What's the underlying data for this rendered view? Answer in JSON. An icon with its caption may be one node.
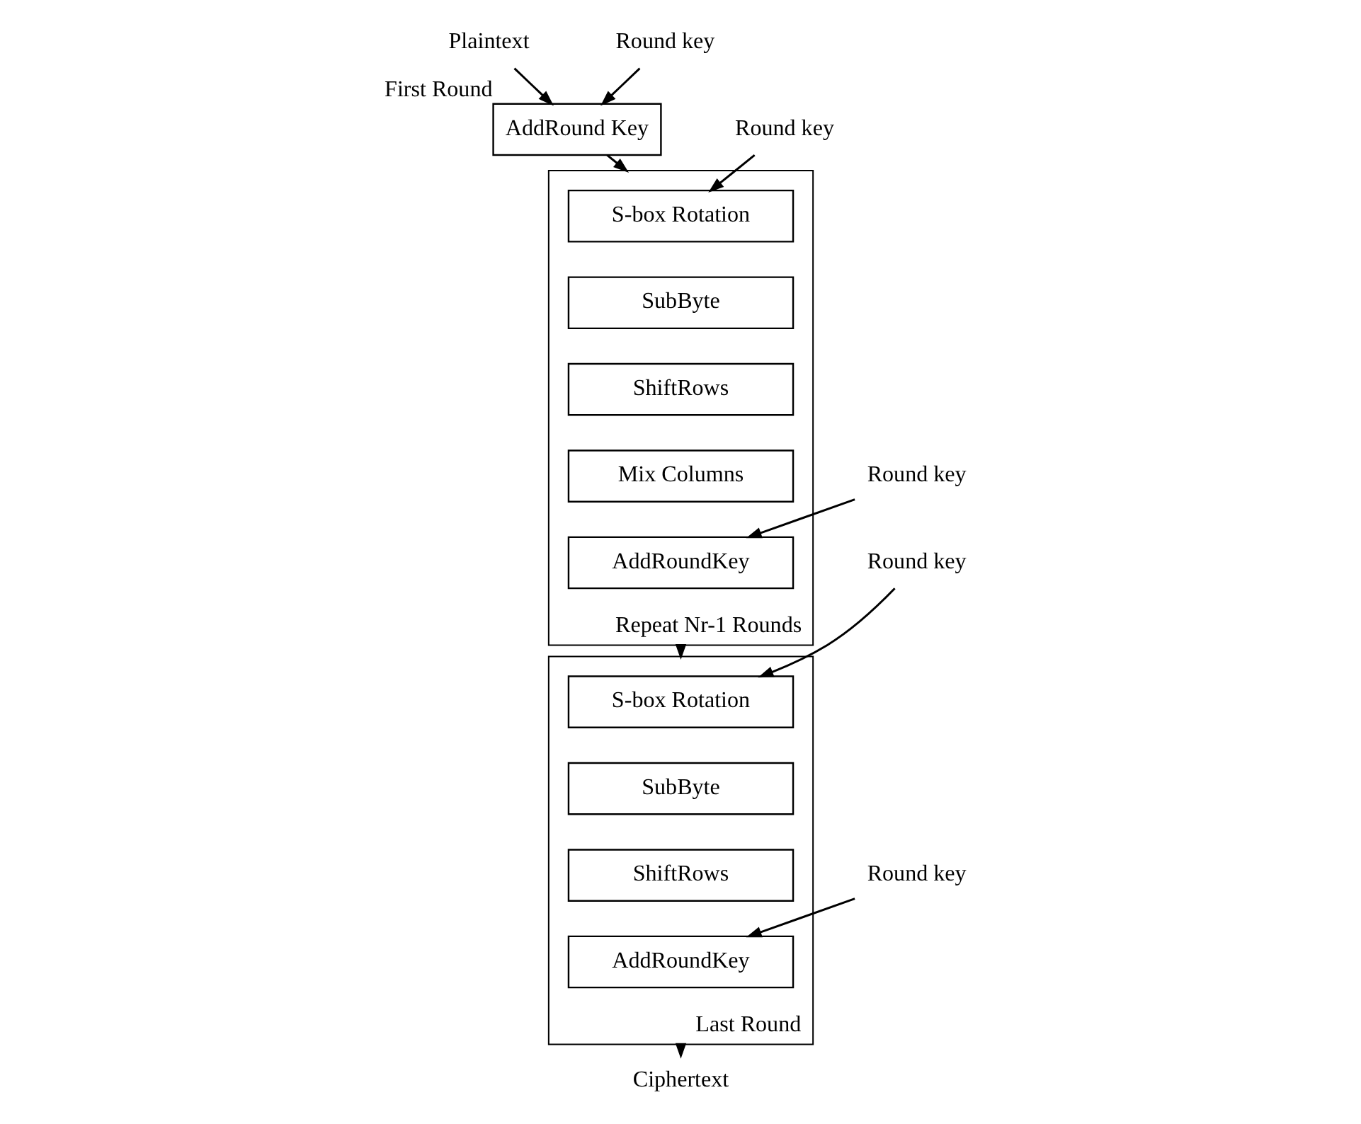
{
  "diagram": {
    "nodes": [
      {
        "text": [
          "Plaintext"
        ]
      },
      {
        "text": [
          "Round key"
        ]
      },
      {
        "text": [
          "AddRound Key"
        ],
        "beside": [
          "First Round"
        ]
      },
      {
        "text": [
          "Round key"
        ]
      },
      {
        "text": [],
        "shape": "box",
        "beside": [
          "Repeat Nr-1 Rounds"
        ]
      },
      {
        "text": [
          "S-box Rotation"
        ],
        "in": 4
      },
      {
        "text": [
          "SubByte"
        ],
        "in": 4
      },
      {
        "text": [
          "ShiftRows"
        ],
        "in": 4
      },
      {
        "text": [
          "Mix Columns"
        ],
        "in": 4
      },
      {
        "text": [
          "AddRoundKey"
        ],
        "in": 4
      },
      {
        "text": [
          "Round key"
        ]
      },
      {
        "text": [
          "Round key"
        ]
      },
      {
        "text": [],
        "shape": "box",
        "beside": [
          "Last Round"
        ]
      },
      {
        "text": [
          "S-box Rotation"
        ],
        "in": 12
      },
      {
        "text": [
          "SubByte"
        ],
        "in": 12
      },
      {
        "text": [
          "ShiftRows"
        ],
        "in": 12
      },
      {
        "text": [
          "AddRoundKey"
        ],
        "in": 12
      },
      {
        "text": [
          "Round key"
        ]
      },
      {
        "text": [
          "Ciphertext"
        ]
      }
    ],
    "edges": [
      {
        "from": 0,
        "to": 2,
        "arrow": "to"
      },
      {
        "from": 1,
        "to": 2,
        "arrow": "to"
      },
      {
        "from": 2,
        "to": 4,
        "arrow": "to"
      },
      {
        "from": 3,
        "to": 5,
        "arrow": "to"
      },
      {
        "from": 10,
        "to": 9,
        "arrow": "to"
      },
      {
        "from": 4,
        "to": 12,
        "arrow": "to"
      },
      {
        "from": 11,
        "to": 13,
        "arrow": "to"
      },
      {
        "from": 17,
        "to": 16,
        "arrow": "to"
      },
      {
        "from": 12,
        "to": 18,
        "arrow": "to"
      }
    ]
  }
}
